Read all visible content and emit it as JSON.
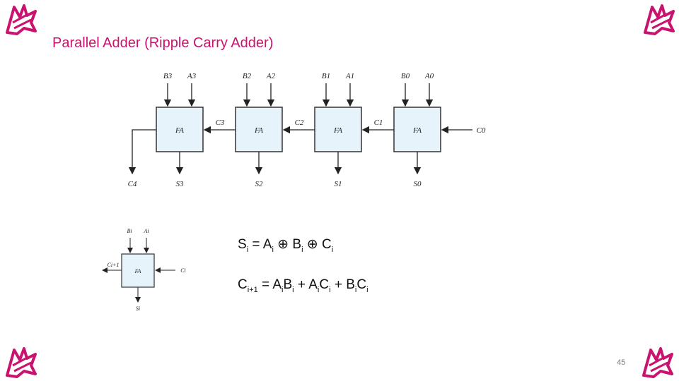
{
  "slide": {
    "title": "Parallel Adder (Ripple Carry Adder)",
    "page_number": "45",
    "accent_color": "#c8146e",
    "logo_icon": "university-crest-icon"
  },
  "ripple_adder": {
    "blocks": [
      {
        "label": "FA",
        "in_b": "B3",
        "in_a": "A3",
        "sum": "S3"
      },
      {
        "label": "FA",
        "in_b": "B2",
        "in_a": "A2",
        "sum": "S2"
      },
      {
        "label": "FA",
        "in_b": "B1",
        "in_a": "A1",
        "sum": "S1"
      },
      {
        "label": "FA",
        "in_b": "B0",
        "in_a": "A0",
        "sum": "S0"
      }
    ],
    "carries": [
      "C3",
      "C2",
      "C1"
    ],
    "carry_in": "C0",
    "carry_out": "C4",
    "block_fill": "#e6f3fb"
  },
  "single_fa": {
    "label": "FA",
    "in_b": "Bi",
    "in_a": "Ai",
    "carry_in": "Ci",
    "carry_out": "Ci+1",
    "sum": "Si"
  },
  "equations": {
    "sum": {
      "lhs": "S",
      "lhs_sub": "i",
      "rel": " = ",
      "t1": "A",
      "t1_sub": "i",
      "op1": " ⊕ ",
      "t2": "B",
      "t2_sub": "i",
      "op2": " ⊕ ",
      "t3": "C",
      "t3_sub": "i"
    },
    "carry": {
      "lhs": "C",
      "lhs_sub": "i+1",
      "rel": " = ",
      "t1": "A",
      "t1_sub": "i",
      "t1b": "B",
      "t1b_sub": "i",
      "op1": " + ",
      "t2": "A",
      "t2_sub": "i",
      "t2b": "C",
      "t2b_sub": "i",
      "op2": " + ",
      "t3": "B",
      "t3_sub": "i",
      "t3b": "C",
      "t3b_sub": "i"
    }
  }
}
